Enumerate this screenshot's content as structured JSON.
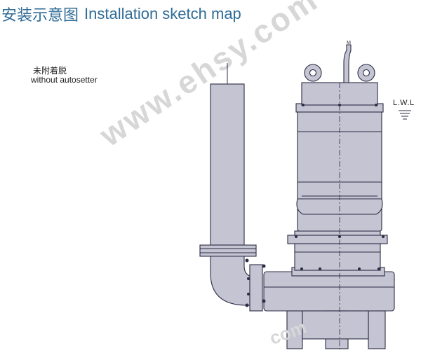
{
  "title": {
    "cn": "安装示意图",
    "en": "Installation sketch map"
  },
  "label": {
    "cn": "未附着脱",
    "en": "without autosetter"
  },
  "water_level_label": "L.W.L",
  "cable_mark": "M",
  "watermark": {
    "main": "www.ehsy.com",
    "small": "com"
  },
  "colors": {
    "title": "#2f6c96",
    "body": "#c4c4d3",
    "stroke": "#2c2c44"
  }
}
